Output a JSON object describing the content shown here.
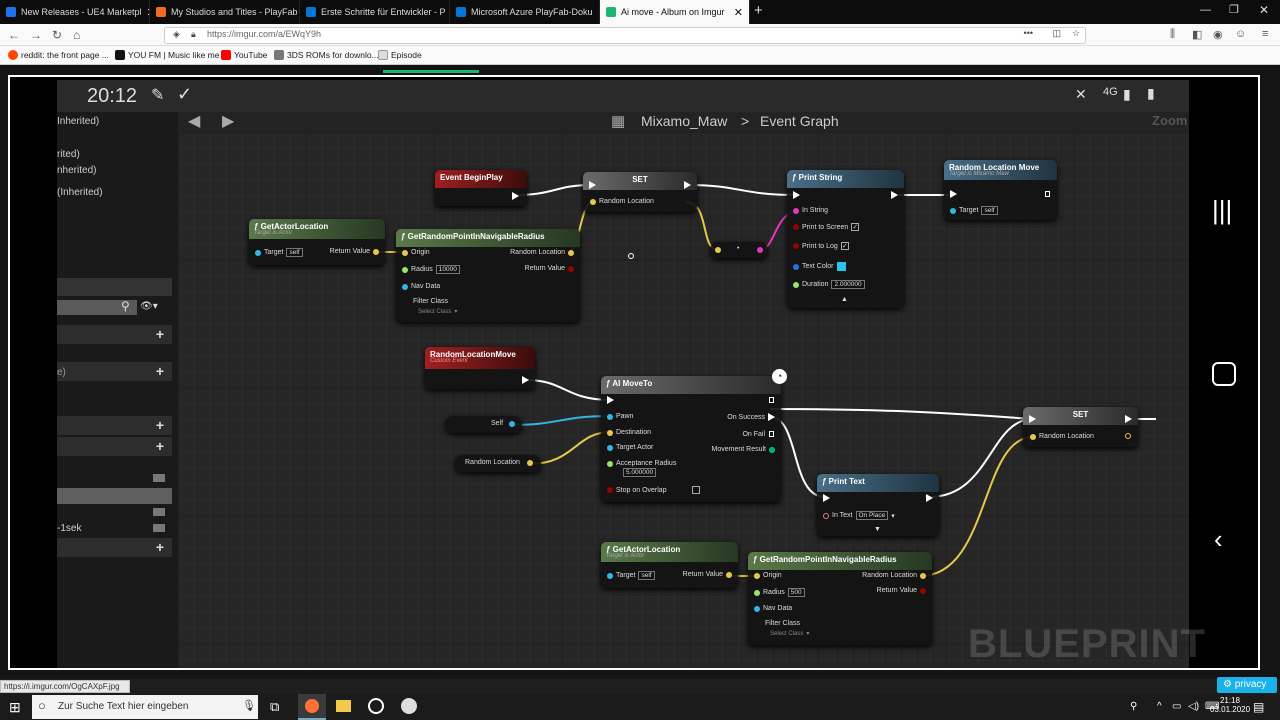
{
  "browser": {
    "tabs": [
      {
        "title": "New Releases - UE4 Marketpl",
        "color": "#1a73e8",
        "active": false
      },
      {
        "title": "My Studios and Titles - PlayFab",
        "color": "#f36c21",
        "active": false
      },
      {
        "title": "Erste Schritte für Entwickler - P",
        "color": "#0078d4",
        "active": false
      },
      {
        "title": "Microsoft Azure PlayFab-Doku",
        "color": "#0078d4",
        "active": false
      },
      {
        "title": "Ai move - Album on Imgur",
        "color": "#1bb76e",
        "active": true
      }
    ],
    "url": "https://imgur.com/a/EWqY9h",
    "bookmarks": [
      "reddit: the front page ...",
      "YOU FM | Music like me",
      "YouTube",
      "3DS ROMs for downlo...",
      "Episode"
    ],
    "status_link": "https://i.imgur.com/OgCAXpF.jpg",
    "privacy_label": "privacy"
  },
  "phone": {
    "time": "20:12",
    "network": "4G"
  },
  "ue": {
    "breadcrumb_root": "Mixamo_Maw",
    "breadcrumb_sep": ">",
    "breadcrumb_current": "Event Graph",
    "zoom": "Zoom",
    "watermark": "BLUEPRINT",
    "left_panel": {
      "texts": [
        "Inherited)",
        "rited)",
        "nherited)",
        "(Inherited)",
        "e)",
        "-1sek"
      ]
    }
  },
  "nodes": {
    "event_begin_play": {
      "title": "Event BeginPlay"
    },
    "set1": {
      "title": "SET",
      "pin": "Random Location"
    },
    "print_string": {
      "title": "Print String",
      "in_string": "In String",
      "print_to_screen": "Print to Screen",
      "print_to_log": "Print to Log",
      "text_color": "Text Color",
      "duration": "Duration",
      "duration_value": "2.000000"
    },
    "random_location_move": {
      "title": "Random Location Move",
      "subtitle": "Target is Mixamo Maw",
      "target": "Target",
      "target_value": "self"
    },
    "get_actor_location1": {
      "title": "GetActorLocation",
      "subtitle": "Target is Actor",
      "target": "Target",
      "target_value": "self",
      "ret": "Return Value"
    },
    "get_random1": {
      "title": "GetRandomPointInNavigableRadius",
      "origin": "Origin",
      "radius": "Radius",
      "radius_value": "10000",
      "nav_data": "Nav Data",
      "filter_class": "Filter Class",
      "select_class": "Select Class",
      "random_location": "Random Location",
      "ret": "Return Value"
    },
    "custom_event": {
      "title": "RandomLocationMove",
      "subtitle": "Custom Event"
    },
    "ai_move_to": {
      "title": "AI MoveTo",
      "pawn": "Pawn",
      "destination": "Destination",
      "target_actor": "Target Actor",
      "acceptance_radius": "Acceptance Radius",
      "acceptance_value": "5.000000",
      "stop_on_overlap": "Stop on Overlap",
      "on_success": "On Success",
      "on_fail": "On Fail",
      "movement_result": "Movement Result"
    },
    "self_node": {
      "label": "Self"
    },
    "random_location_var": {
      "label": "Random Location"
    },
    "set2": {
      "title": "SET",
      "pin": "Random Location"
    },
    "print_text": {
      "title": "Print Text",
      "in_text": "In Text",
      "in_text_value": "On Place"
    },
    "get_actor_location2": {
      "title": "GetActorLocation",
      "subtitle": "Target is Actor",
      "target": "Target",
      "target_value": "self",
      "ret": "Return Value"
    },
    "get_random2": {
      "title": "GetRandomPointInNavigableRadius",
      "origin": "Origin",
      "radius": "Radius",
      "radius_value": "500",
      "nav_data": "Nav Data",
      "filter_class": "Filter Class",
      "select_class": "Select Class",
      "random_location": "Random Location",
      "ret": "Return Value"
    }
  },
  "taskbar": {
    "search_placeholder": "Zur Suche Text hier eingeben",
    "time": "21:18",
    "date": "03.01.2020"
  }
}
